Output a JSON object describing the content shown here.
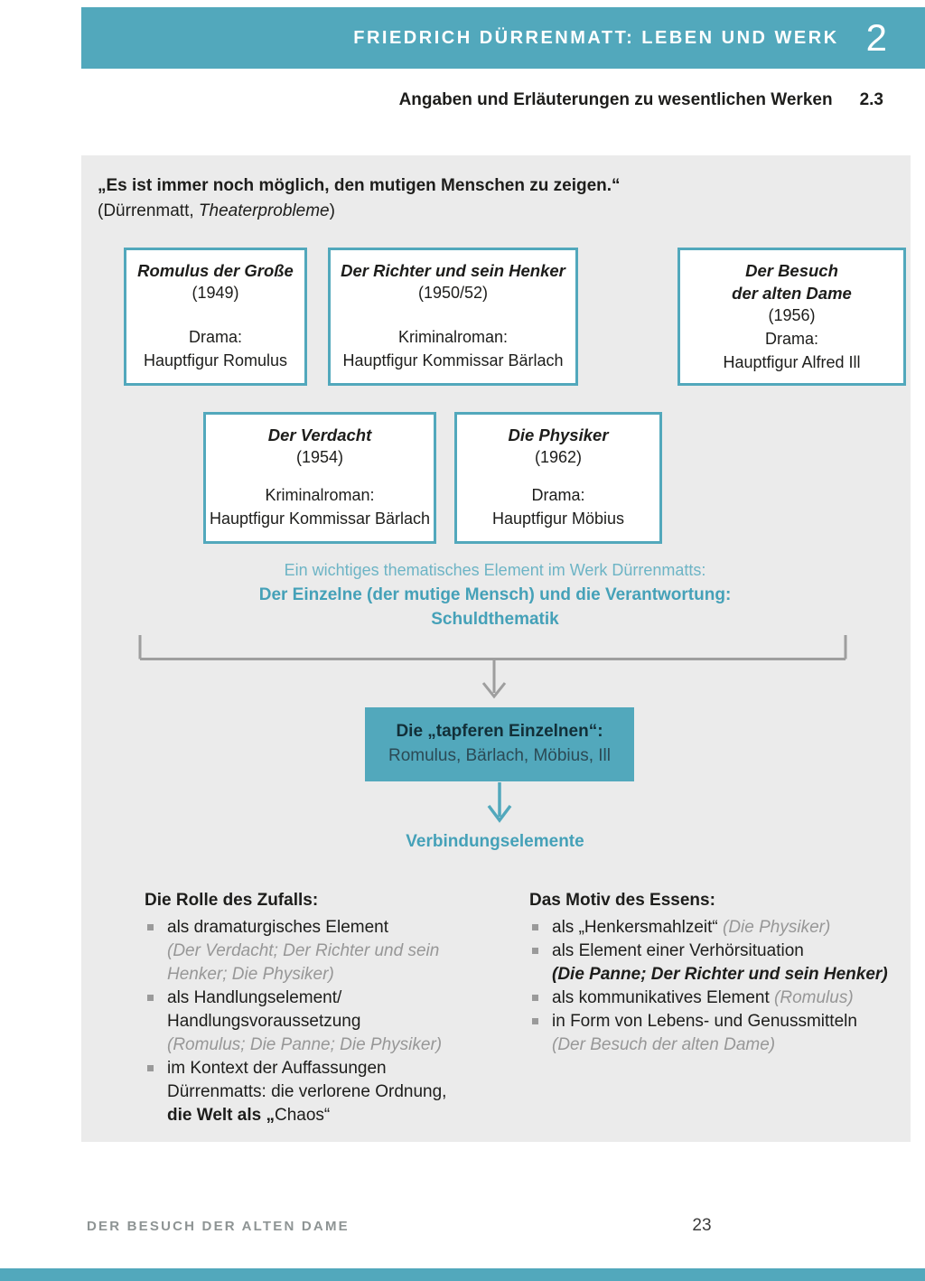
{
  "colors": {
    "accent_teal": "#52a8bc",
    "teal_text": "#45a1b8",
    "teal_text_light": "#6db4c5",
    "panel_gray": "#ebebeb",
    "text_dark": "#1d1d1b",
    "cite_gray": "#979797",
    "bracket_gray": "#9e9e9e",
    "footer_gray": "#8e9494"
  },
  "header": {
    "title": "FRIEDRICH DÜRRENMATT: LEBEN UND WERK",
    "chapter_number": "2"
  },
  "subheader": {
    "title": "Angaben und Erläuterungen zu wesentlichen Werken",
    "section_number": "2.3"
  },
  "quote": {
    "line1": "„Es ist immer noch möglich, den mutigen Menschen zu zeigen.“",
    "attr_prefix": "(Dürrenmatt, ",
    "attr_work": "Theaterprobleme",
    "attr_suffix": ")"
  },
  "works": [
    {
      "title_lines": [
        "Romulus der Große"
      ],
      "year": "(1949)",
      "genre": "Drama:",
      "figure": "Hauptfigur Romulus"
    },
    {
      "title_lines": [
        "Der Richter und sein Henker"
      ],
      "year": "(1950/52)",
      "genre": "Kriminalroman:",
      "figure": "Hauptfigur Kommissar Bärlach"
    },
    {
      "title_lines": [
        "Der Besuch",
        "der alten Dame"
      ],
      "year": "(1956)",
      "genre": "Drama:",
      "figure": "Hauptfigur Alfred Ill"
    },
    {
      "title_lines": [
        "Der Verdacht"
      ],
      "year": "(1954)",
      "genre": "Kriminalroman:",
      "figure": "Hauptfigur Kommissar Bärlach"
    },
    {
      "title_lines": [
        "Die Physiker"
      ],
      "year": "(1962)",
      "genre": "Drama:",
      "figure": "Hauptfigur Möbius"
    }
  ],
  "theme_statement": {
    "line1": "Ein wichtiges thematisches Element im Werk Dürrenmatts:",
    "line2": "Der Einzelne (der mutige Mensch) und die Verantwortung:",
    "line3": "Schuldthematik"
  },
  "central_box": {
    "line1": "Die „tapferen Einzelnen“:",
    "line2": "Romulus, Bärlach, Möbius, Ill"
  },
  "connector_label": "Verbindungselemente",
  "topics": [
    {
      "heading": "Die Rolle des Zufalls:",
      "bullets": [
        {
          "lines": [
            [
              {
                "t": "als dramaturgisches Element",
                "s": "normal"
              }
            ],
            [
              {
                "t": "(Der Verdacht; Der Richter und sein",
                "s": "cite"
              }
            ],
            [
              {
                "t": "Henker; Die Physiker)",
                "s": "cite"
              }
            ]
          ]
        },
        {
          "lines": [
            [
              {
                "t": "als Handlungselement/",
                "s": "normal"
              }
            ],
            [
              {
                "t": "Handlungsvoraussetzung",
                "s": "normal"
              }
            ],
            [
              {
                "t": "(Romulus; Die Panne; Die Physiker)",
                "s": "cite"
              }
            ]
          ]
        },
        {
          "lines": [
            [
              {
                "t": "im Kontext der Auffassungen",
                "s": "normal"
              }
            ],
            [
              {
                "t": "Dürrenmatts: die verlorene Ordnung,",
                "s": "normal"
              }
            ],
            [
              {
                "t": "die Welt als „",
                "s": "bold"
              },
              {
                "t": "Chaos“",
                "s": "normal"
              }
            ]
          ]
        }
      ]
    },
    {
      "heading": "Das Motiv des Essens:",
      "bullets": [
        {
          "lines": [
            [
              {
                "t": "als „Henkersmahlzeit“ ",
                "s": "normal"
              },
              {
                "t": "(Die Physiker)",
                "s": "cite"
              }
            ]
          ]
        },
        {
          "lines": [
            [
              {
                "t": "als Element einer Verhörsituation",
                "s": "normal"
              }
            ],
            [
              {
                "t": "(Die Panne; Der Richter und sein Henker)",
                "s": "boldcite"
              }
            ]
          ]
        },
        {
          "lines": [
            [
              {
                "t": "als kommunikatives Element ",
                "s": "normal"
              },
              {
                "t": "(Romulus)",
                "s": "cite"
              }
            ]
          ]
        },
        {
          "lines": [
            [
              {
                "t": "in Form von Lebens- und Genussmitteln",
                "s": "normal"
              }
            ],
            [
              {
                "t": "(Der Besuch der alten Dame)",
                "s": "cite"
              }
            ]
          ]
        }
      ]
    }
  ],
  "footer": {
    "running_title": "DER BESUCH DER ALTEN DAME",
    "page_number": "23"
  }
}
